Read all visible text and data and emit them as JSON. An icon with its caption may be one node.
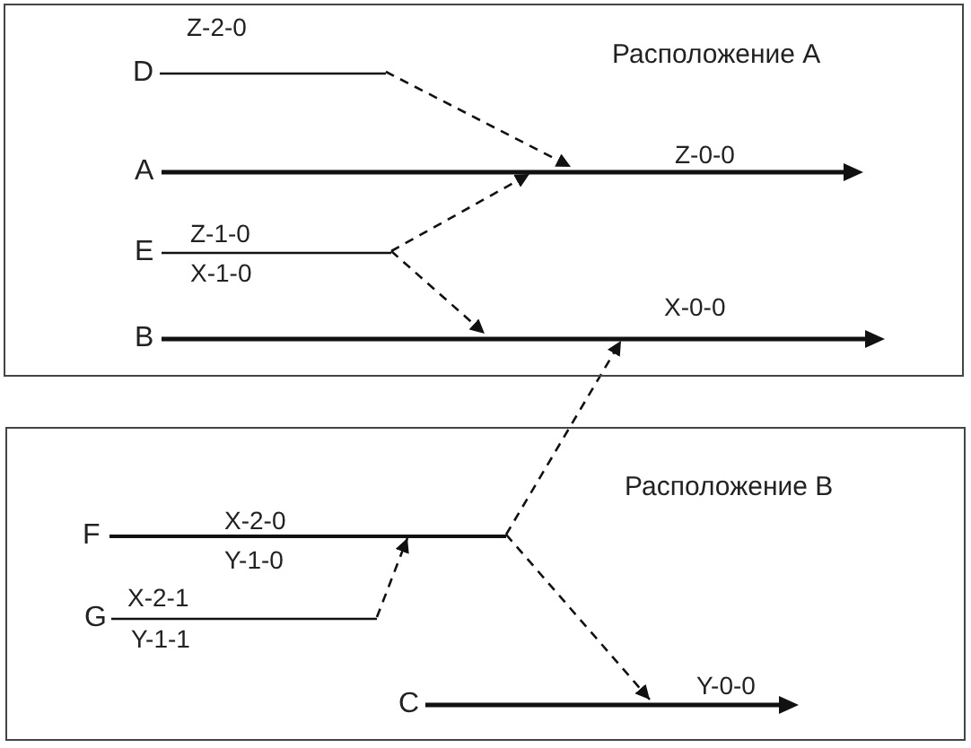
{
  "diagram": {
    "nodes": [
      {
        "text": [
          "Расположение A"
        ]
      },
      {
        "text": [
          "D"
        ],
        "in": 0,
        "beside": [
          "Z-2-0"
        ]
      },
      {
        "text": [
          "A"
        ],
        "in": 0,
        "beside": [
          "Z-0-0"
        ]
      },
      {
        "text": [
          "E"
        ],
        "in": 0,
        "beside": [
          "Z-1-0",
          "X-1-0"
        ]
      },
      {
        "text": [
          "B"
        ],
        "in": 0,
        "beside": [
          "X-0-0"
        ]
      },
      {
        "text": [
          "Расположение B"
        ]
      },
      {
        "text": [
          "F"
        ],
        "in": 5,
        "beside": [
          "X-2-0",
          "Y-1-0"
        ]
      },
      {
        "text": [
          "G"
        ],
        "in": 5,
        "beside": [
          "X-2-1",
          "Y-1-1"
        ]
      },
      {
        "text": [
          "C"
        ],
        "in": 5,
        "beside": [
          "Y-0-0"
        ]
      }
    ],
    "edges": [
      {
        "from": 1,
        "to": 2,
        "arrow": "to",
        "style": "dashed"
      },
      {
        "from": 3,
        "to": 2,
        "arrow": "to",
        "style": "dashed"
      },
      {
        "from": 3,
        "to": 4,
        "arrow": "to",
        "style": "dashed"
      },
      {
        "from": 6,
        "to": 4,
        "arrow": "to",
        "style": "dashed"
      },
      {
        "from": 7,
        "to": 6,
        "arrow": "to",
        "style": "dashed"
      },
      {
        "from": 6,
        "to": 8,
        "arrow": "to",
        "style": "dashed"
      }
    ]
  }
}
